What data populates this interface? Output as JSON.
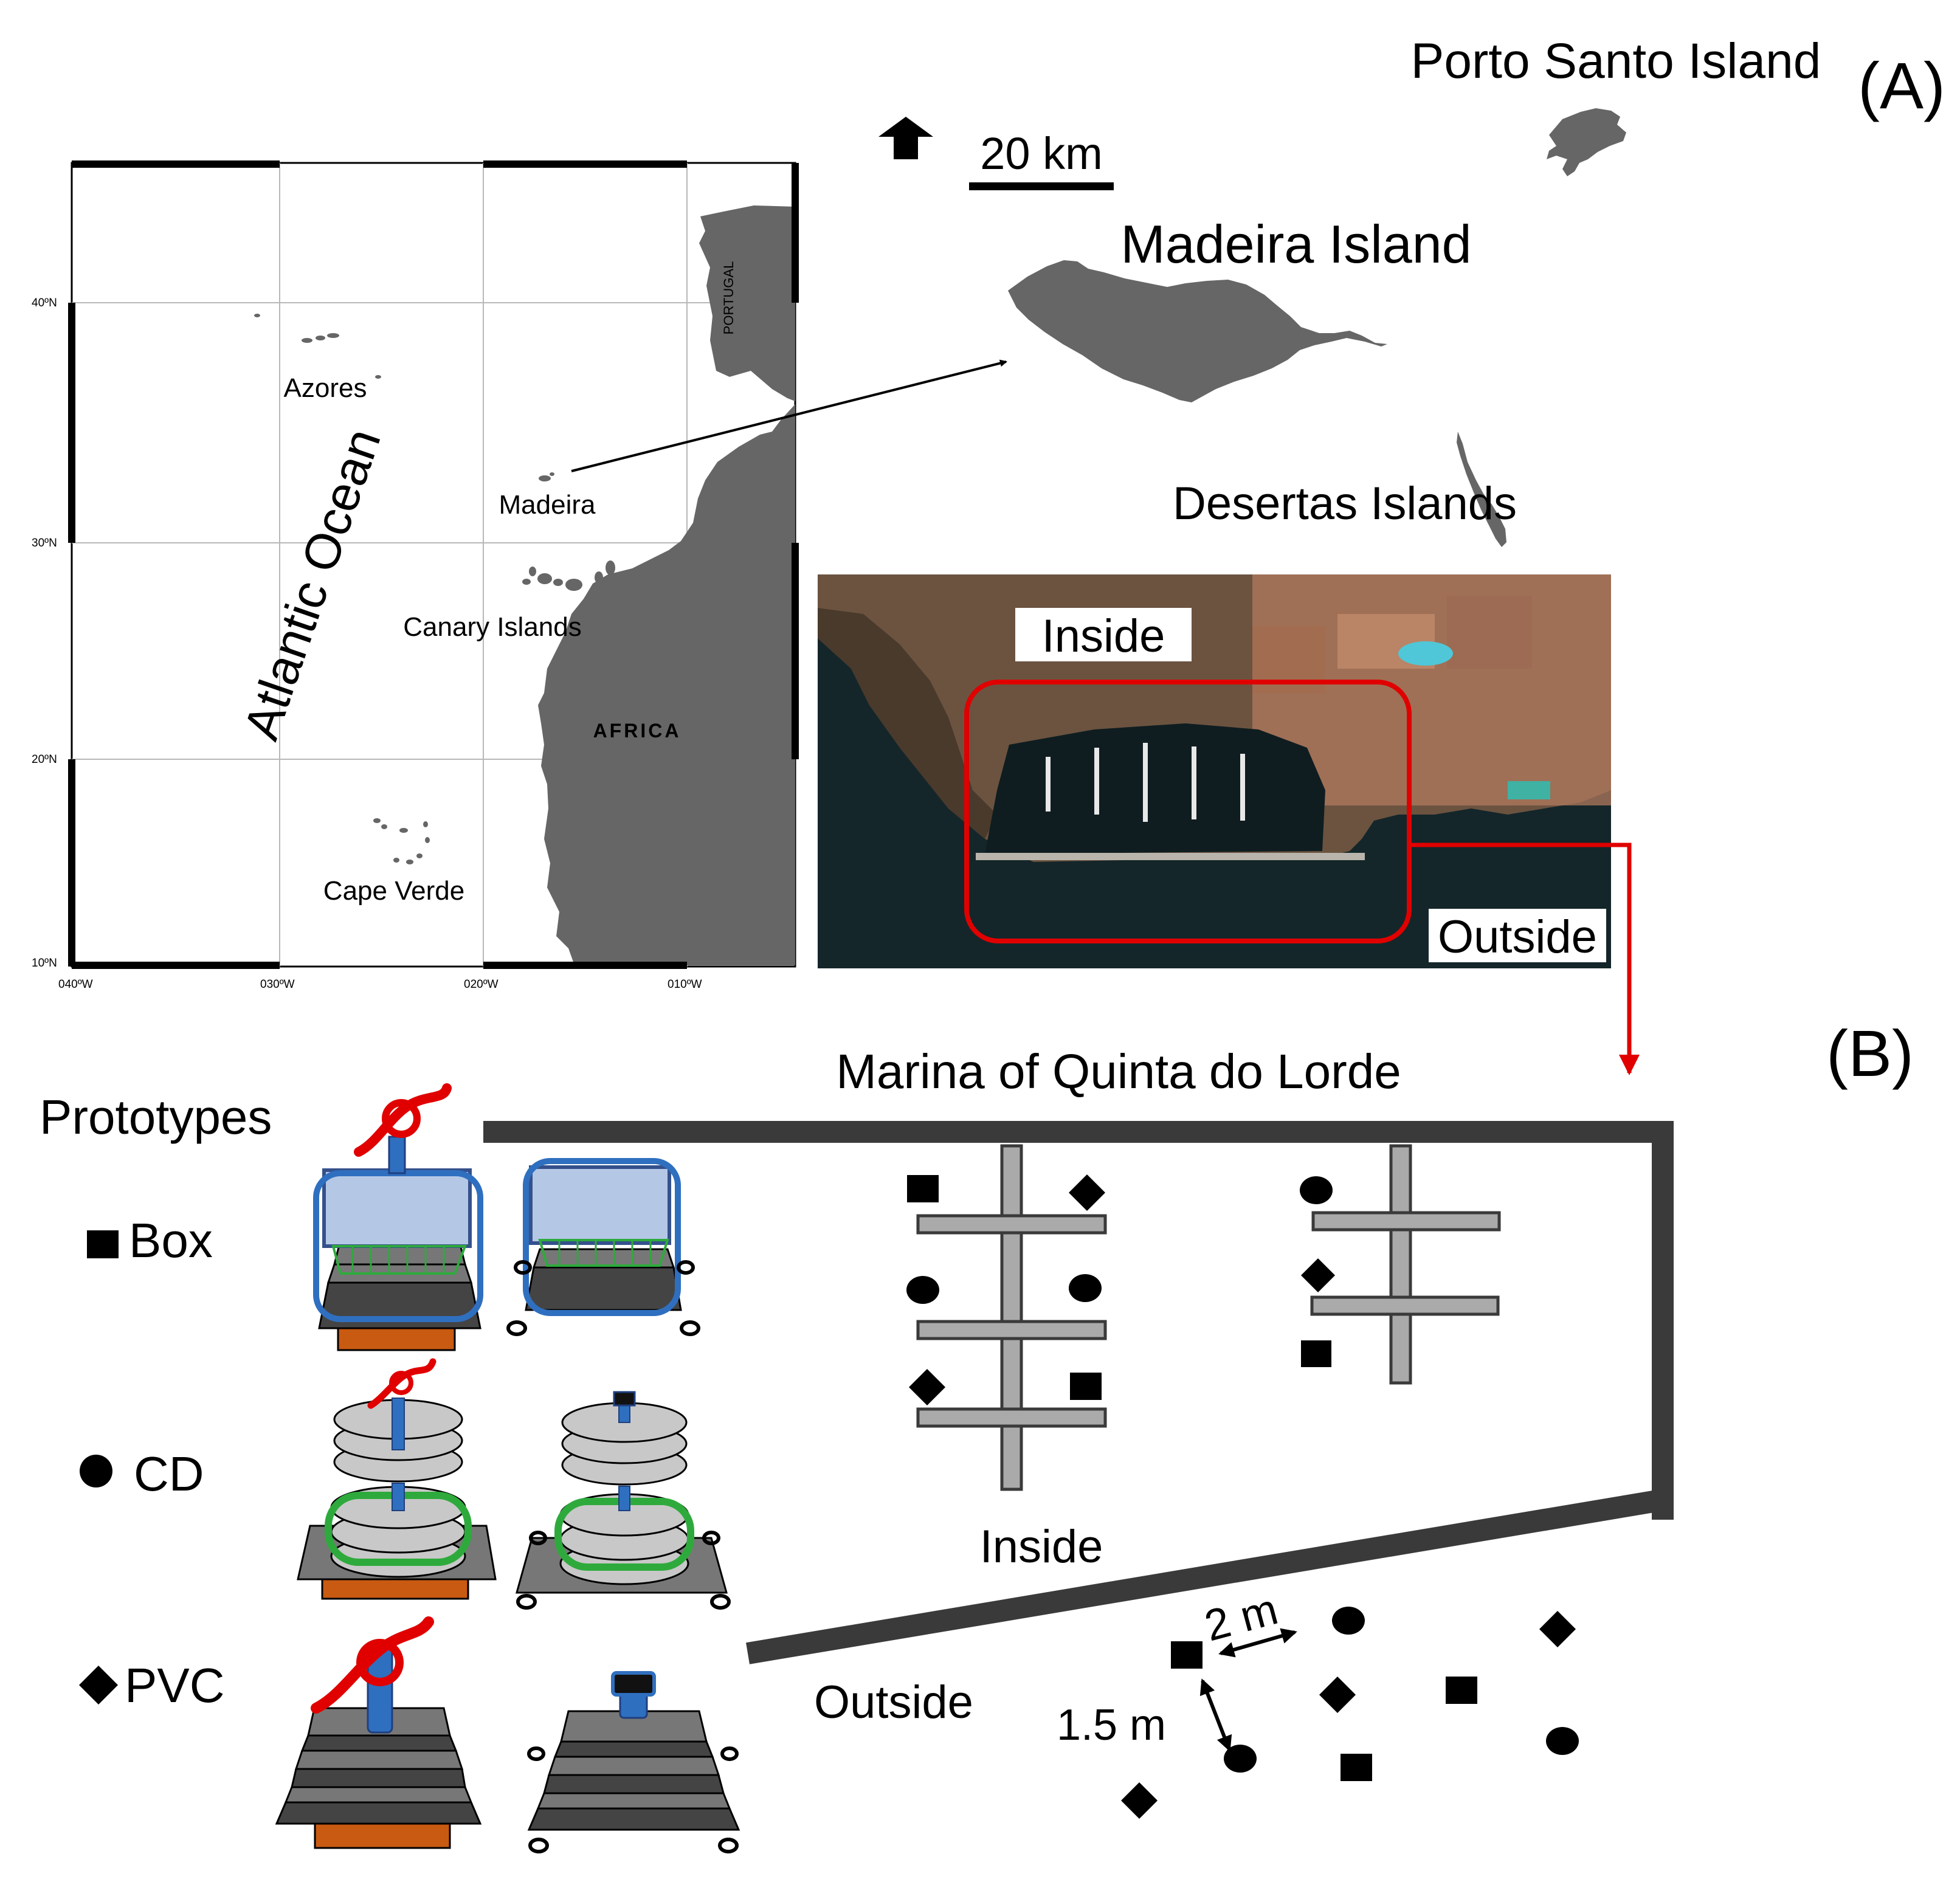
{
  "panel_a": {
    "panel_label": "(A)",
    "overview_map": {
      "lat_ticks": [
        "40ºN",
        "30ºN",
        "20ºN",
        "10ºN"
      ],
      "lon_ticks": [
        "040ºW",
        "030ºW",
        "020ºW",
        "010ºW"
      ],
      "ocean_label": "Atlantic Ocean",
      "place_labels": {
        "azores": "Azores",
        "madeira": "Madeira",
        "canary": "Canary Islands",
        "cape_verde": "Cape Verde",
        "africa": "AFRICA",
        "portugal": "PORTUGAL"
      }
    },
    "madeira_inset": {
      "scale_bar": "20 km",
      "porto_santo": "Porto Santo Island",
      "madeira": "Madeira Island",
      "desertas": "Desertas Islands"
    },
    "aerial_photo": {
      "inside_label": "Inside",
      "outside_label": "Outside"
    }
  },
  "panel_b": {
    "panel_label": "(B)",
    "title": "Marina of Quinta do Lorde",
    "prototypes_heading": "Prototypes",
    "legend": [
      "Box",
      "CD",
      "PVC"
    ],
    "inside_label": "Inside",
    "outside_label": "Outside",
    "spacing": {
      "horizontal": "2 m",
      "vertical": "1.5 m"
    }
  },
  "colors": {
    "land": "#666666",
    "frame": "#000000",
    "highlight": "#e00000",
    "wall": "#3a3a3a",
    "pontoon": "#aaaaaa",
    "box_frame": "#2f6fbf",
    "box_fill": "#b4c8e6",
    "cd_ring": "#2eaa3c",
    "base_orange": "#c85a12",
    "sea": "#14262a",
    "terrain": "#6b5340"
  }
}
